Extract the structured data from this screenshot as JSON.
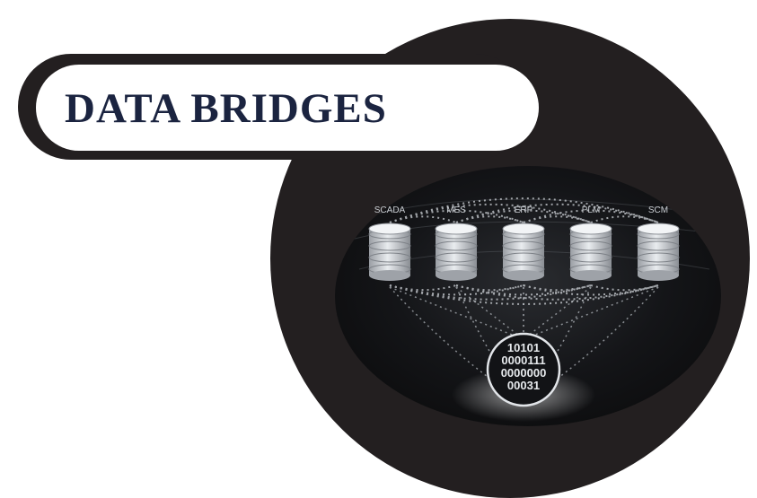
{
  "title": "DATA BRIDGES",
  "systems": [
    {
      "label": "SCADA"
    },
    {
      "label": "MES"
    },
    {
      "label": "ERP"
    },
    {
      "label": "PLM"
    },
    {
      "label": "SCM"
    }
  ],
  "binary_lines": [
    "10101",
    "0000111",
    "0000000",
    "00031"
  ],
  "colors": {
    "dark_circle": "#231f20",
    "title_text": "#1b2440",
    "glow": "#d8dde3",
    "panel": "#0d0d0f"
  }
}
